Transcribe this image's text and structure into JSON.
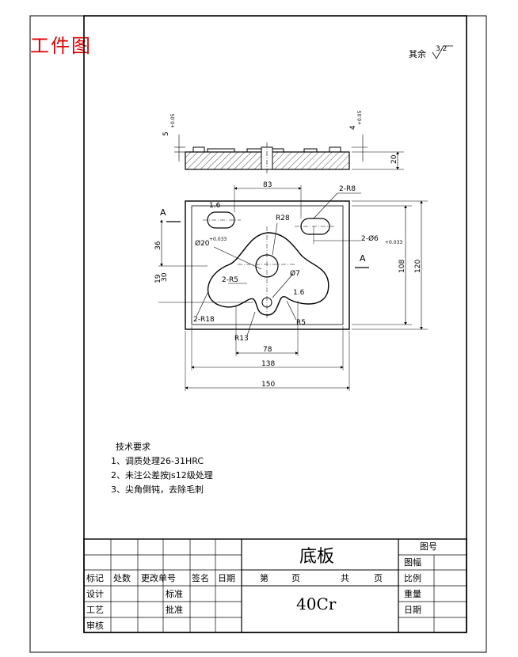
{
  "header": {
    "title": "工件图"
  },
  "roughness": {
    "label": "其余",
    "value": "3.2"
  },
  "section_dims": {
    "thickness": "20",
    "depth_a": "5",
    "depth_a_tol": "+0.05",
    "depth_b": "4",
    "depth_b_tol": "+0.05"
  },
  "plan_dims": {
    "w_inner": "83",
    "slot_r": "2-R8",
    "hole_r": "R28",
    "dia_20": "Ø20",
    "dia_20_tol": "+0.033",
    "slot_w": "2-Ø6",
    "slot_w_tol": "+0.033",
    "d36": "36",
    "d19": "19",
    "d30": "30",
    "h108": "108",
    "h120": "120",
    "r5_2": "2-R5",
    "dia7": "Ø7",
    "ra_a": "1.6",
    "ra_b": "1.6",
    "r18": "2-R18",
    "r5": "R5",
    "r13": "R13",
    "w78": "78",
    "w138": "138",
    "w150": "150",
    "sec_a": "A",
    "sec_b": "A"
  },
  "notes": {
    "heading": "技术要求",
    "items": [
      "1、调质处理26-31HRC",
      "2、未注公差按js12级处理",
      "3、尖角倒钝，去除毛刺"
    ]
  },
  "title_block": {
    "part_name": "底板",
    "material": "40Cr",
    "drawing_no_label": "图号",
    "sheet_label": "图幅",
    "scale_label": "比例",
    "weight_label": "重量",
    "date_label": "日期",
    "page_label": "第",
    "page_unit": "页",
    "total_label": "共",
    "total_unit": "页",
    "row_labels": [
      "标记",
      "处数",
      "更改单号",
      "签名",
      "日期"
    ],
    "design": "设计",
    "standard": "标准",
    "process": "工艺",
    "approve": "批准",
    "review": "审核"
  }
}
